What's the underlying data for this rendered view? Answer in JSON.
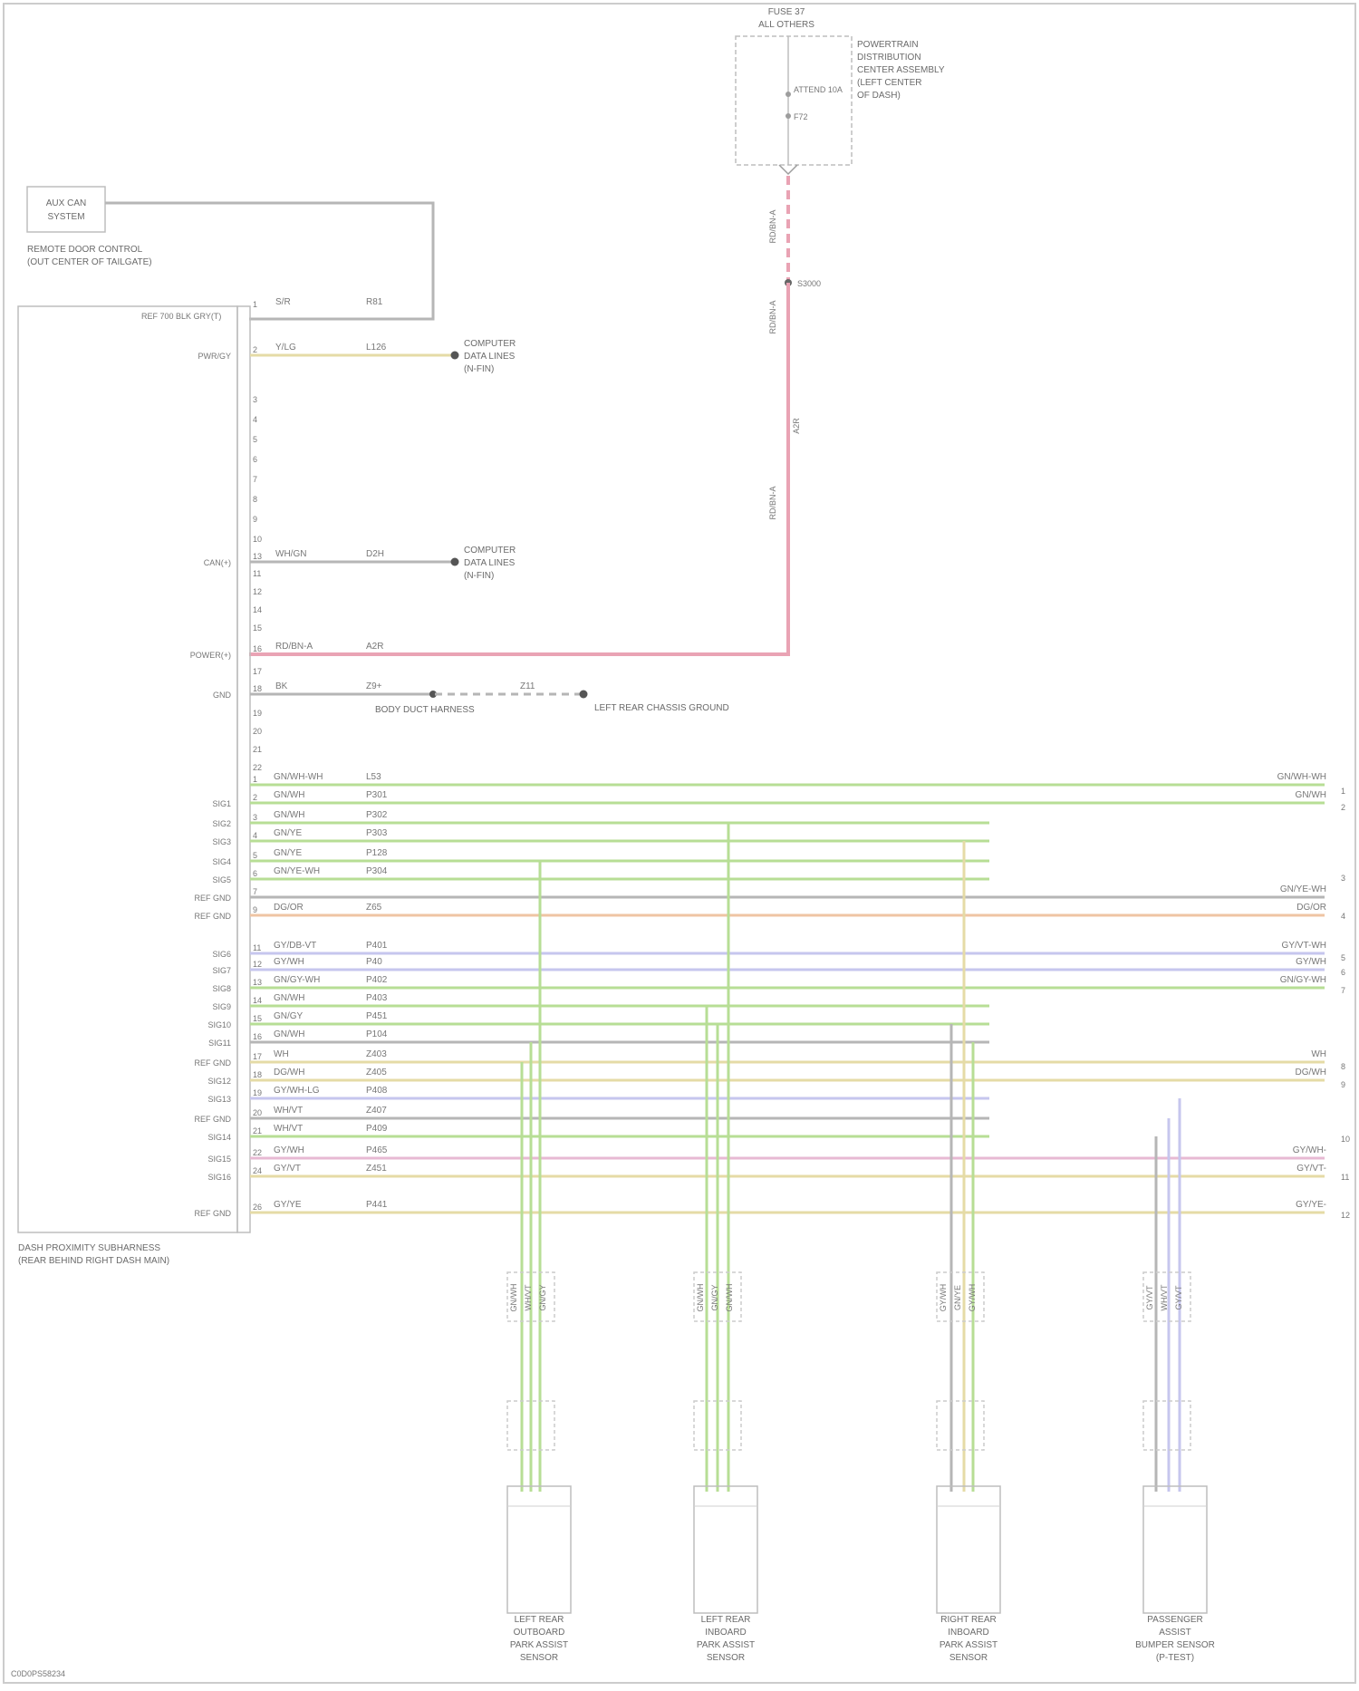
{
  "fuse": {
    "title_lines": [
      "FUSE 37",
      "ALL OTHERS"
    ],
    "box_label_lines": [
      "POWERTRAIN",
      "DISTRIBUTION",
      "CENTER ASSEMBLY",
      "(LEFT CENTER",
      "OF DASH)"
    ],
    "fuse_labels": [
      "ATTEND 10A",
      "F72"
    ]
  },
  "splice": {
    "label": "S3000"
  },
  "small_module": {
    "text_lines": [
      "AUX CAN",
      "SYSTEM"
    ],
    "caption_lines": [
      "REMOTE DOOR CONTROL",
      "(OUT CENTER OF TAILGATE)"
    ]
  },
  "main_module": {
    "caption_lines": [
      "DASH PROXIMITY SUBHARNESS",
      "(REAR BEHIND RIGHT DASH MAIN)"
    ],
    "header": "REF 700 BLK GRY(T)"
  },
  "top_rows": [
    {
      "pin": "1",
      "left": "",
      "wire": "S/R",
      "circuit": "R81"
    },
    {
      "pin": "2",
      "left": "PWR/GY",
      "wire": "Y/LG",
      "circuit": "L126",
      "dest_lines": [
        "COMPUTER",
        "DATA LINES",
        "(N-FIN)"
      ]
    },
    {
      "pin": "13",
      "left": "CAN(+)",
      "wire": "WH/GN",
      "circuit": "D2H",
      "dest_lines": [
        "COMPUTER",
        "DATA LINES",
        "(N-FIN)"
      ]
    },
    {
      "pin": "16",
      "left": "POWER(+)",
      "wire": "RD/BN-A",
      "circuit": "A2R"
    },
    {
      "pin": "18",
      "left": "GND",
      "wire": "BK",
      "circuit": "Z9+",
      "mid_circuit": "Z11",
      "mid_label": "BODY DUCT HARNESS",
      "dest": "LEFT REAR CHASSIS GROUND"
    }
  ],
  "pin_numbers": [
    "3",
    "4",
    "5",
    "6",
    "7",
    "8",
    "9",
    "10",
    "11",
    "12",
    "14",
    "15",
    "17",
    "19",
    "20",
    "21",
    "22"
  ],
  "vertical_labels": [
    "RD/BN-A",
    "RD/BN-A",
    "A2R",
    "RD/BN-A"
  ],
  "wire_rows": [
    {
      "pin": "1",
      "left": "",
      "wire": "GN/WH-WH",
      "circuit": "L53",
      "right": "GN/WH-WH"
    },
    {
      "pin": "2",
      "left": "SIG1",
      "wire": "GN/WH",
      "circuit": "P301",
      "right": "GN/WH"
    },
    {
      "pin": "3",
      "left": "SIG2",
      "wire": "GN/WH",
      "circuit": "P302"
    },
    {
      "pin": "4",
      "left": "SIG3",
      "wire": "GN/YE",
      "circuit": "P303"
    },
    {
      "pin": "5",
      "left": "SIG4",
      "wire": "GN/YE",
      "circuit": "P128"
    },
    {
      "pin": "6",
      "left": "SIG5",
      "wire": "GN/YE-WH",
      "circuit": "P304"
    },
    {
      "pin": "7",
      "left": "REF GND",
      "wire": "",
      "circuit": "",
      "right": "GN/YE-WH"
    },
    {
      "pin": "9",
      "left": "REF GND",
      "wire": "DG/OR",
      "circuit": "Z65",
      "right": "DG/OR"
    },
    {
      "pin": "11",
      "left": "SIG6",
      "wire": "GY/DB-VT",
      "circuit": "P401",
      "right": "GY/VT-WH"
    },
    {
      "pin": "12",
      "left": "SIG7",
      "wire": "GY/WH",
      "circuit": "P40",
      "right": "GY/WH"
    },
    {
      "pin": "13",
      "left": "SIG8",
      "wire": "GN/GY-WH",
      "circuit": "P402",
      "right": "GN/GY-WH"
    },
    {
      "pin": "14",
      "left": "SIG9",
      "wire": "GN/WH",
      "circuit": "P403"
    },
    {
      "pin": "15",
      "left": "SIG10",
      "wire": "GN/GY",
      "circuit": "P451"
    },
    {
      "pin": "16",
      "left": "SIG11",
      "wire": "GN/WH",
      "circuit": "P104"
    },
    {
      "pin": "17",
      "left": "REF GND",
      "wire": "WH",
      "circuit": "Z403",
      "right": "WH"
    },
    {
      "pin": "18",
      "left": "SIG12",
      "wire": "DG/WH",
      "circuit": "Z405",
      "right": "DG/WH"
    },
    {
      "pin": "19",
      "left": "SIG13",
      "wire": "GY/WH-LG",
      "circuit": "P408"
    },
    {
      "pin": "20",
      "left": "REF GND",
      "wire": "WH/VT",
      "circuit": "Z407"
    },
    {
      "pin": "21",
      "left": "SIG14",
      "wire": "WH/VT",
      "circuit": "P409"
    },
    {
      "pin": "22",
      "left": "SIG15",
      "wire": "GY/WH",
      "circuit": "P465",
      "right": "GY/WH-"
    },
    {
      "pin": "24",
      "left": "SIG16",
      "wire": "GY/VT",
      "circuit": "Z451",
      "right": "GY/VT-"
    },
    {
      "pin": "26",
      "left": "REF GND",
      "wire": "GY/YE",
      "circuit": "P441",
      "right": "GY/YE-"
    }
  ],
  "right_terminals": [
    "1",
    "2",
    "3",
    "4",
    "5",
    "6",
    "7",
    "8",
    "9",
    "10",
    "11",
    "12"
  ],
  "sensors": [
    {
      "caption_lines": [
        "LEFT REAR",
        "OUTBOARD",
        "PARK ASSIST",
        "SENSOR"
      ],
      "wire_labels": [
        "GN/WH",
        "WH/VT",
        "GN/GY"
      ]
    },
    {
      "caption_lines": [
        "LEFT REAR",
        "INBOARD",
        "PARK ASSIST",
        "SENSOR"
      ],
      "wire_labels": [
        "GN/WH",
        "GN/GY",
        "GN/WH"
      ]
    },
    {
      "caption_lines": [
        "RIGHT REAR",
        "INBOARD",
        "PARK ASSIST",
        "SENSOR"
      ],
      "wire_labels": [
        "GY/WH",
        "GN/YE",
        "GY/WH"
      ]
    },
    {
      "caption_lines": [
        "PASSENGER",
        "ASSIST",
        "BUMPER SENSOR",
        "(P-TEST)"
      ],
      "wire_labels": [
        "GY/VT",
        "WH/VT",
        "GY/VT"
      ]
    }
  ],
  "footer": {
    "code": "C0D0PS58234"
  },
  "colors": {
    "frame": "#cccccc",
    "box": "#bdbdbd",
    "red_wire": "#e9a3b4",
    "yellow_wire": "#e5dba6",
    "green_wire": "#b7de95",
    "lilac_wire": "#c6c6ee",
    "pink_wire": "#e7b9d3",
    "orange_wire": "#efc4a3",
    "gray_wire": "#b6b6b6"
  }
}
